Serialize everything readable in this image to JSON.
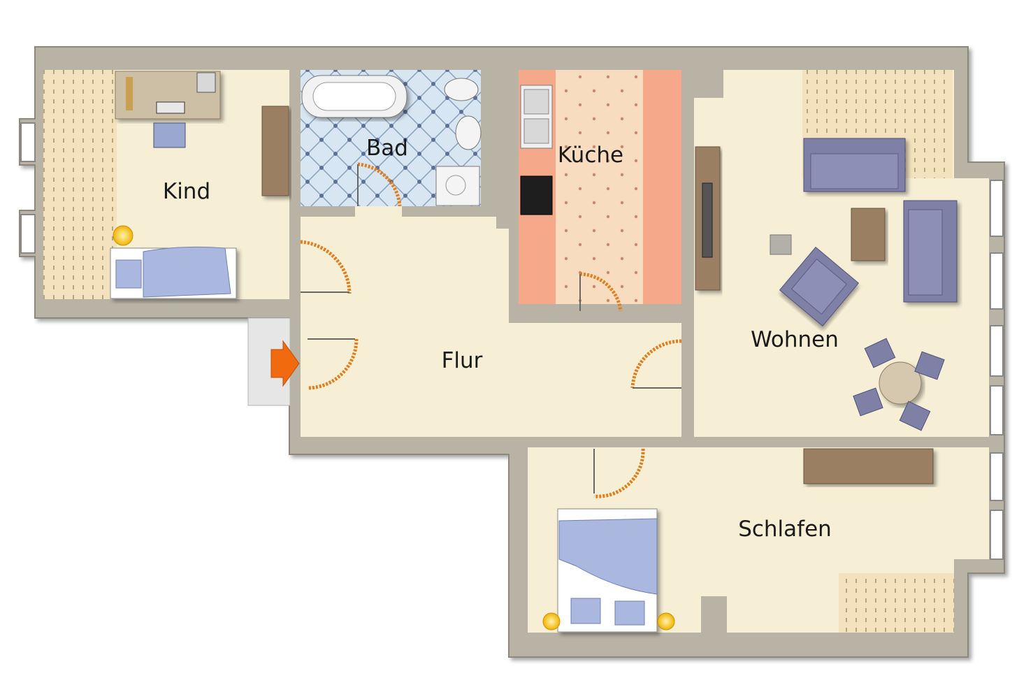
{
  "colors": {
    "wall": "#b9b3a6",
    "wall_edge": "#8e887c",
    "floor": "#f6efd6",
    "kitchen_counter": "#f6a98a",
    "kitchen_floor": "#f8dcc0",
    "tile": "#d8e6f2",
    "tile_grid": "#7c93b5",
    "rug": "#f3e2bd",
    "door_arc": "#e27d1c",
    "entry_arrow": "#f26a10",
    "lamp": "#f8c82a",
    "bedding": "#aab8e0",
    "sofa": "#7f80a6",
    "wood": "#9b7f63",
    "desk": "#cdbfa6"
  },
  "rooms": {
    "kind": "Kind",
    "bad": "Bad",
    "kueche": "Küche",
    "wohnen": "Wohnen",
    "flur": "Flur",
    "schlafen": "Schlafen"
  },
  "icons": {
    "entry": "entry-arrow-icon",
    "lamp": "lamp-icon",
    "door": "door-swing-icon"
  }
}
